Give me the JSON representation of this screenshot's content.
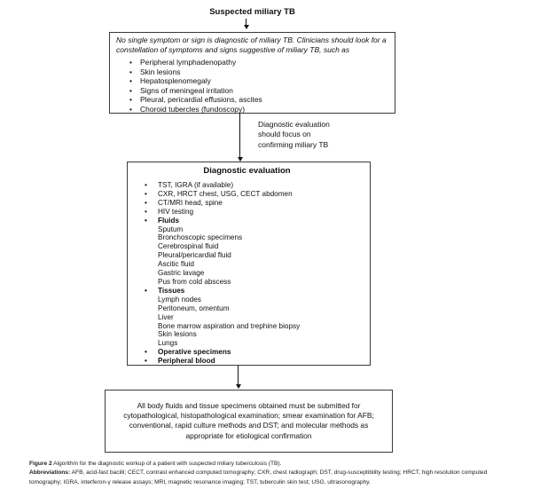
{
  "title": "Suspected miliary TB",
  "symptom_box": {
    "intro": "No single symptom or sign is diagnostic of miliary TB. Clinicians should look for a constellation of symptoms and signs suggestive of miliary TB, such as",
    "items": [
      "Peripheral lymphadenopathy",
      "Skin lesions",
      "Hepatosplenomegaly",
      "Signs of meningeal irritation",
      "Pleural, pericardial effusions, ascites",
      "Choroid tubercles (fundoscopy)"
    ]
  },
  "arrow_label": {
    "line1": "Diagnostic evaluation",
    "line2": "should focus on",
    "line3": "confirming miliary TB"
  },
  "diagnostic_box": {
    "title": "Diagnostic evaluation",
    "items": [
      {
        "text": "TST, IGRA (if available)",
        "bullet": true,
        "bold": false
      },
      {
        "text": "CXR, HRCT chest, USG, CECT abdomen",
        "bullet": true,
        "bold": false
      },
      {
        "text": "CT/MRI head, spine",
        "bullet": true,
        "bold": false
      },
      {
        "text": "HIV testing",
        "bullet": true,
        "bold": false
      },
      {
        "text": "Fluids",
        "bullet": true,
        "bold": true
      },
      {
        "text": "Sputum",
        "bullet": false,
        "bold": false
      },
      {
        "text": "Bronchoscopic specimens",
        "bullet": false,
        "bold": false
      },
      {
        "text": "Cerebrospinal fluid",
        "bullet": false,
        "bold": false
      },
      {
        "text": "Pleural/pericardial fluid",
        "bullet": false,
        "bold": false
      },
      {
        "text": "Ascitic fluid",
        "bullet": false,
        "bold": false
      },
      {
        "text": "Gastric lavage",
        "bullet": false,
        "bold": false
      },
      {
        "text": "Pus from cold abscess",
        "bullet": false,
        "bold": false
      },
      {
        "text": "Tissues",
        "bullet": true,
        "bold": true
      },
      {
        "text": "Lymph nodes",
        "bullet": false,
        "bold": false
      },
      {
        "text": "Peritoneum, omentum",
        "bullet": false,
        "bold": false
      },
      {
        "text": "Liver",
        "bullet": false,
        "bold": false
      },
      {
        "text": "Bone marrow aspiration and trephine biopsy",
        "bullet": false,
        "bold": false
      },
      {
        "text": "Skin lesions",
        "bullet": false,
        "bold": false
      },
      {
        "text": "Lungs",
        "bullet": false,
        "bold": false
      },
      {
        "text": "Operative specimens",
        "bullet": true,
        "bold": true
      },
      {
        "text": "Peripheral blood",
        "bullet": true,
        "bold": true
      }
    ]
  },
  "conclusion_box": {
    "text": "All body fluids and tissue specimens obtained must be submitted for cytopathological, histopathological examination; smear examination for AFB; conventional, rapid culture methods and DST; and molecular methods as appropriate for etiological confirmation"
  },
  "caption": {
    "figure_label": "Figure 2",
    "figure_text": " Algorithm for the diagnostic workup of a patient with suspected miliary tuberculosis (TB).",
    "abbrev_label": "Abbreviations:",
    "abbrev_text": " AFB, acid-fast bacilli; CECT, contrast enhanced computed tomography; CXR, chest radiograph; DST, drug-susceptibility testing; HRCT, high resolution computed tomography; IGRA, interferon-γ release assays; MRI, magnetic resonance imaging; TST, tuberculin skin test; USG, ultrasonography."
  },
  "colors": {
    "border": "#3a3a3a",
    "text": "#111111",
    "background": "#ffffff"
  }
}
